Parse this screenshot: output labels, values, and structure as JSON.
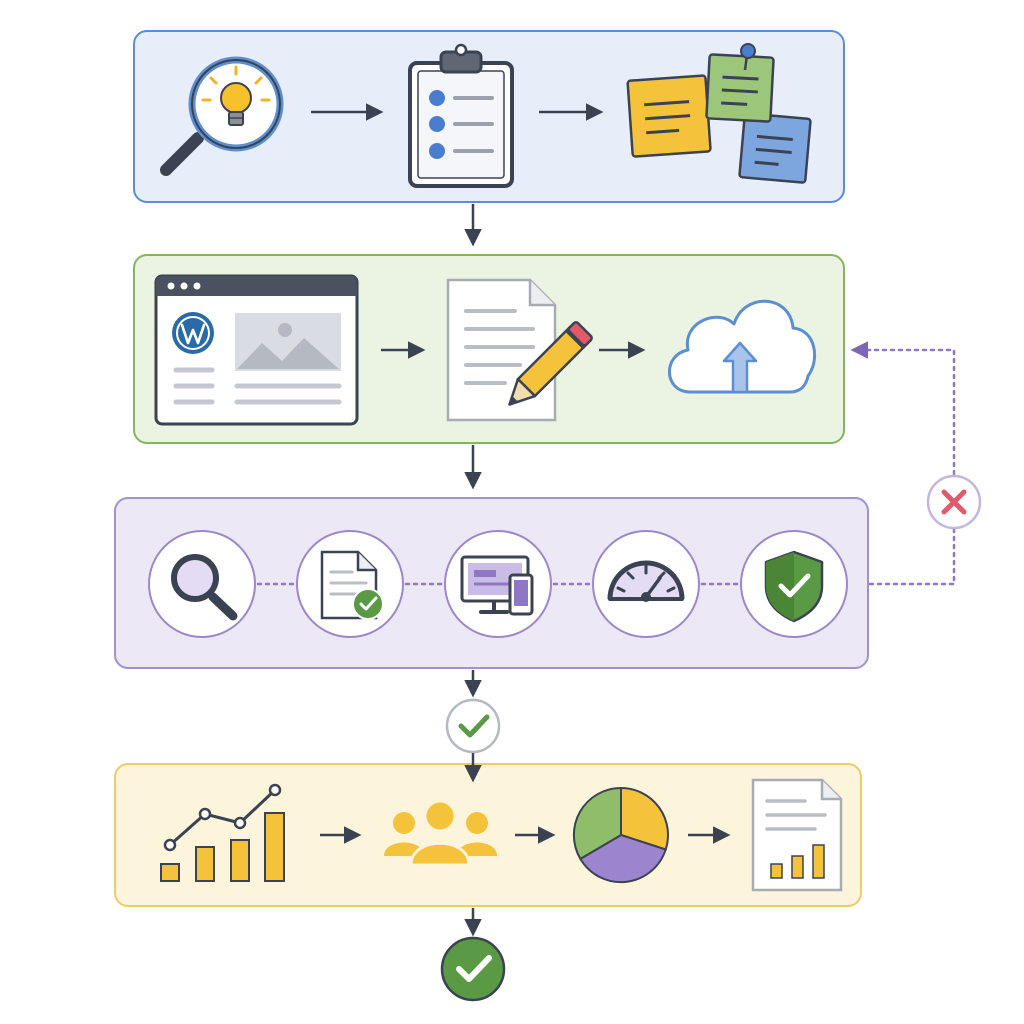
{
  "colors": {
    "plan_accent": "#5b8fd1",
    "build_accent": "#86b462",
    "test_accent": "#a390cf",
    "measure_accent": "#edcc6a",
    "success": "#5a9a45",
    "failure": "#e05a6a",
    "ink": "#3b4352"
  },
  "stages": [
    {
      "key": "plan",
      "icons": [
        "magnifier-lightbulb-icon",
        "checklist-clipboard-icon",
        "sticky-notes-icon"
      ]
    },
    {
      "key": "build",
      "icons": [
        "wordpress-browser-icon",
        "document-pencil-icon",
        "cloud-upload-icon"
      ]
    },
    {
      "key": "test",
      "icons": [
        "search-icon",
        "document-approved-icon",
        "responsive-devices-icon",
        "speed-gauge-icon",
        "security-shield-icon"
      ]
    },
    {
      "key": "measure",
      "icons": [
        "growth-chart-icon",
        "audience-icon",
        "pie-chart-icon",
        "report-icon"
      ]
    }
  ],
  "loop_back": {
    "status_icon": "fail-x-icon",
    "target": "build"
  },
  "gates": [
    "pass-check-icon",
    "final-success-check-icon"
  ]
}
